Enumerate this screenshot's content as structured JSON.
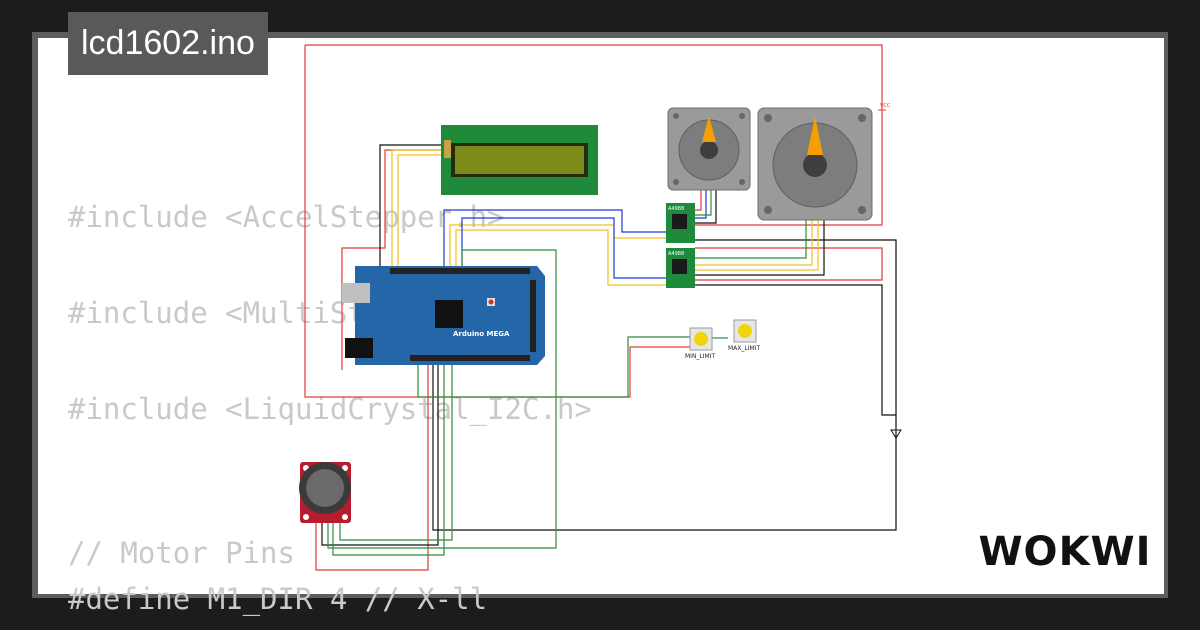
{
  "title": "lcd1602.ino",
  "logo": "WOKWI",
  "code_lines": [
    "#include <AccelStepper.h>",
    "#include <MultiStepper.h>",
    "#include <LiquidCrystal_I2C.h>",
    "// Motor Pins",
    "#define M1_DIR 4 // X-ll"
  ],
  "components": {
    "arduino_label": "Arduino MEGA",
    "driver_label": "A4988",
    "buttons": [
      "MIN_LIMIT",
      "MAX_LIMIT"
    ],
    "vcc_label": "VCC"
  },
  "colors": {
    "wire_red": "#e53935",
    "wire_black": "#111111",
    "wire_blue": "#1e3ad4",
    "wire_yellow": "#f2c21a",
    "wire_green": "#2e8b3a",
    "board_blue": "#2566a8",
    "driver_green": "#1e8b3c",
    "lcd_green": "#1f8a3a",
    "lcd_screen": "#7e8a1a"
  }
}
